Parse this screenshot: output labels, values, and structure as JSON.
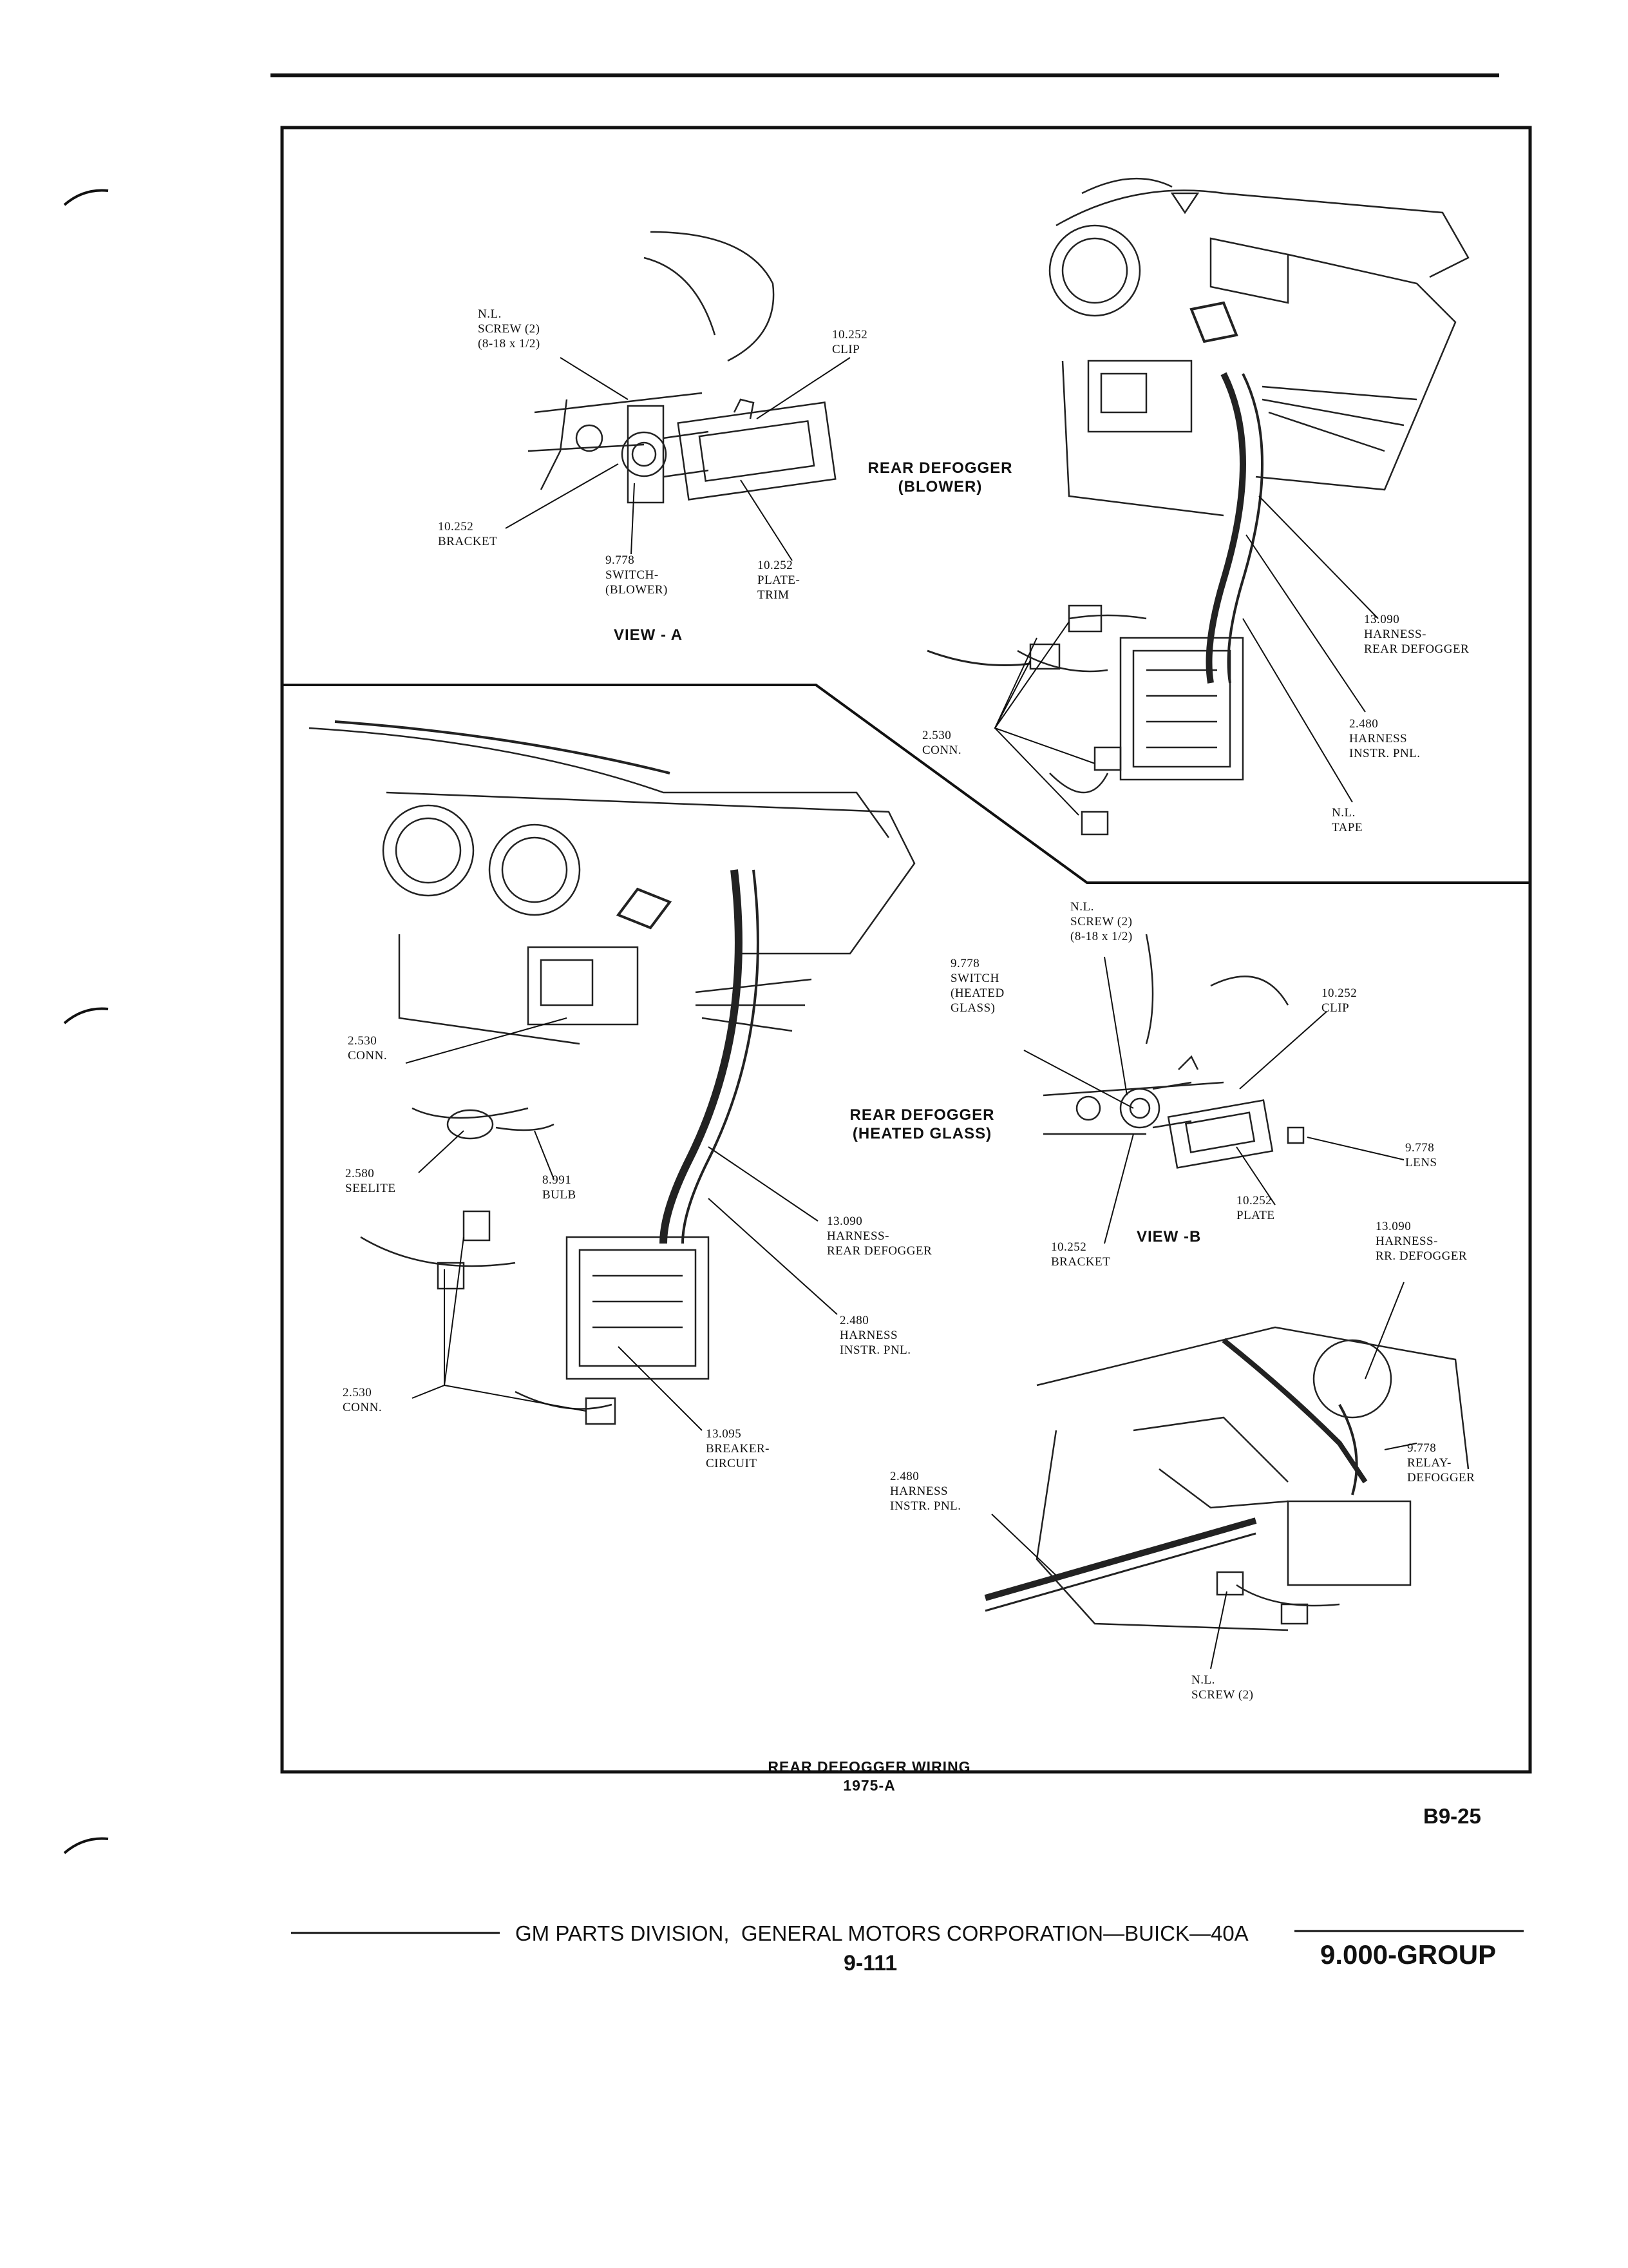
{
  "diagram": {
    "view_a": {
      "screw": "N.L.\nSCREW (2)\n(8-18 x 1/2)",
      "clip": "10.252\nCLIP",
      "bracket": "10.252\nBRACKET",
      "switch": "9.778\nSWITCH-\n(BLOWER)",
      "plate": "10.252\nPLATE-\nTRIM",
      "view_label": "VIEW - A"
    },
    "blower": {
      "heading": "REAR DEFOGGER\n(BLOWER)",
      "harness_rear": "13.090\nHARNESS-\nREAR DEFOGGER",
      "harness_instr": "2.480\nHARNESS\nINSTR. PNL.",
      "conn": "2.530\nCONN.",
      "tape": "N.L.\nTAPE"
    },
    "heated": {
      "heading": "REAR DEFOGGER\n(HEATED GLASS)",
      "conn_top": "2.530\nCONN.",
      "seelite": "2.580\nSEELITE",
      "bulb": "8.991\nBULB",
      "harness_rear": "13.090\nHARNESS-\nREAR DEFOGGER",
      "harness_instr": "2.480\nHARNESS\nINSTR. PNL.",
      "conn_bottom": "2.530\nCONN.",
      "breaker": "13.095\nBREAKER-\nCIRCUIT"
    },
    "view_b": {
      "screw": "N.L.\nSCREW (2)\n(8-18 x 1/2)",
      "switch": "9.778\nSWITCH\n(HEATED\nGLASS)",
      "clip": "10.252\nCLIP",
      "lens": "9.778\nLENS",
      "plate": "10.252\nPLATE",
      "bracket": "10.252\nBRACKET",
      "view_label": "VIEW -B"
    },
    "relay": {
      "harness_rr": "13.090\nHARNESS-\nRR. DEFOGGER",
      "relay": "9.778\nRELAY-\nDEFOGGER",
      "harness_instr": "2.480\nHARNESS\nINSTR. PNL.",
      "screw": "N.L.\nSCREW (2)"
    }
  },
  "caption": {
    "title": "REAR DEFOGGER WIRING",
    "subtitle": "1975-A",
    "figure_id": "B9-25"
  },
  "footer": {
    "publisher": "GM PARTS DIVISION,  GENERAL MOTORS CORPORATION—BUICK—40A",
    "page": "9-111",
    "group": "9.000-GROUP"
  }
}
